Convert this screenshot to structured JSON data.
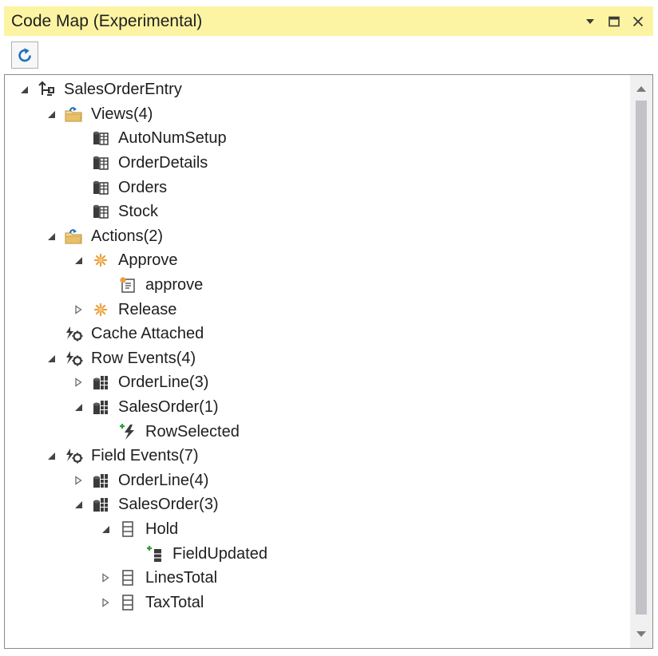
{
  "window": {
    "title": "Code Map (Experimental)",
    "controls": {
      "dropdown_glyph": "▼",
      "maximize_glyph": "▢",
      "close_glyph": "✕"
    }
  },
  "colors": {
    "titlebar_bg": "#fdf4a3",
    "refresh_icon": "#1e6fbf",
    "expander": "#444444",
    "folder": "#e8c06a",
    "star": "#e8a040",
    "add_green": "#2e9e3a"
  },
  "toolbar": {
    "refresh_icon": "refresh-icon"
  },
  "tree": [
    {
      "label": "SalesOrderEntry",
      "level": 0,
      "expander": "expanded",
      "icon": "graph-icon"
    },
    {
      "label": "Views(4)",
      "level": 1,
      "expander": "expanded",
      "icon": "folder-icon"
    },
    {
      "label": "AutoNumSetup",
      "level": 2,
      "expander": "none",
      "icon": "view-icon"
    },
    {
      "label": "OrderDetails",
      "level": 2,
      "expander": "none",
      "icon": "view-icon"
    },
    {
      "label": "Orders",
      "level": 2,
      "expander": "none",
      "icon": "view-icon"
    },
    {
      "label": "Stock",
      "level": 2,
      "expander": "none",
      "icon": "view-icon"
    },
    {
      "label": "Actions(2)",
      "level": 1,
      "expander": "expanded",
      "icon": "folder-icon"
    },
    {
      "label": "Approve",
      "level": 2,
      "expander": "expanded",
      "icon": "action-star-icon"
    },
    {
      "label": "approve",
      "level": 3,
      "expander": "none",
      "icon": "method-icon"
    },
    {
      "label": "Release",
      "level": 2,
      "expander": "collapsed",
      "icon": "action-star-icon"
    },
    {
      "label": "Cache Attached",
      "level": 1,
      "expander": "none",
      "icon": "event-gear-icon"
    },
    {
      "label": "Row Events(4)",
      "level": 1,
      "expander": "expanded",
      "icon": "event-gear-icon"
    },
    {
      "label": "OrderLine(3)",
      "level": 2,
      "expander": "collapsed",
      "icon": "dac-icon"
    },
    {
      "label": "SalesOrder(1)",
      "level": 2,
      "expander": "expanded",
      "icon": "dac-icon"
    },
    {
      "label": "RowSelected",
      "level": 3,
      "expander": "none",
      "icon": "add-event-icon"
    },
    {
      "label": "Field Events(7)",
      "level": 1,
      "expander": "expanded",
      "icon": "event-gear-icon"
    },
    {
      "label": "OrderLine(4)",
      "level": 2,
      "expander": "collapsed",
      "icon": "dac-icon"
    },
    {
      "label": "SalesOrder(3)",
      "level": 2,
      "expander": "expanded",
      "icon": "dac-icon"
    },
    {
      "label": "Hold",
      "level": 3,
      "expander": "expanded",
      "icon": "field-icon"
    },
    {
      "label": "FieldUpdated",
      "level": 4,
      "expander": "none",
      "icon": "add-field-event-icon"
    },
    {
      "label": "LinesTotal",
      "level": 3,
      "expander": "collapsed",
      "icon": "field-icon"
    },
    {
      "label": "TaxTotal",
      "level": 3,
      "expander": "collapsed",
      "icon": "field-icon"
    }
  ],
  "scrollbar": {
    "up_glyph": "▲",
    "down_glyph": "▼"
  }
}
